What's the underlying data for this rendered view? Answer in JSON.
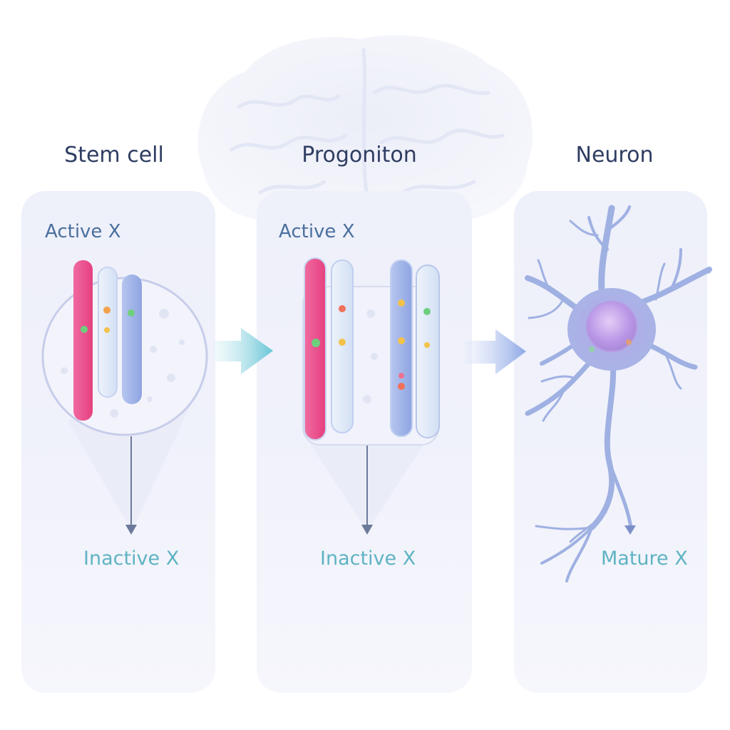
{
  "stages": [
    {
      "title": "Stem cell",
      "active_label": "Active X",
      "bottom_label": "Inactive X"
    },
    {
      "title": "Progoniton",
      "active_label": "Active X",
      "bottom_label": "Inactive X"
    },
    {
      "title": "Neuron",
      "bottom_label": "Mature X"
    }
  ],
  "colors": {
    "active_chromosome": "#e9518f",
    "inactive_chromosome_light": "#dce8f8",
    "inactive_chromosome_blue": "#9fb4e8",
    "arrow": "#7fcfdc",
    "neuron": "#9faee0",
    "nucleus": "#c9a8ec"
  }
}
